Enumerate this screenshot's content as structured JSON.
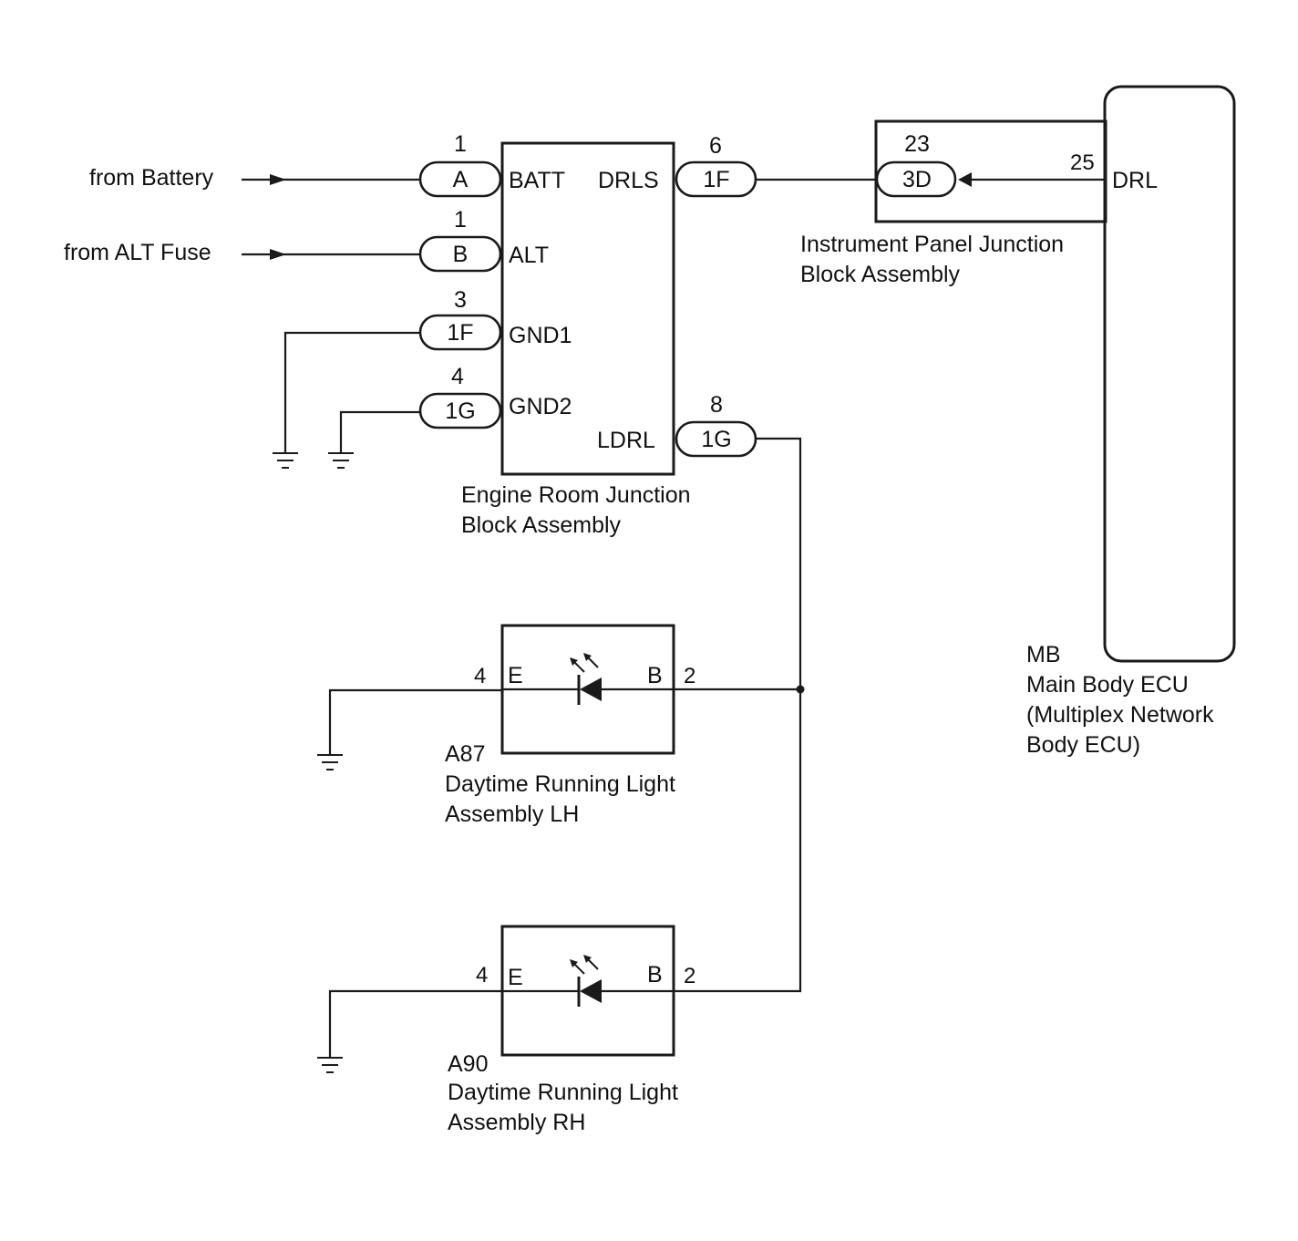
{
  "inputs": {
    "battery": "from Battery",
    "alt_fuse": "from ALT Fuse"
  },
  "engine_room_jb": {
    "caption_line1": "Engine Room Junction",
    "caption_line2": "Block Assembly",
    "terminals": {
      "batt": "BATT",
      "alt": "ALT",
      "gnd1": "GND1",
      "gnd2": "GND2",
      "drls": "DRLS",
      "ldrl": "LDRL"
    },
    "connectors": {
      "batt": {
        "connector": "A",
        "pin": "1"
      },
      "alt": {
        "connector": "B",
        "pin": "1"
      },
      "gnd1": {
        "connector": "1F",
        "pin": "3"
      },
      "gnd2": {
        "connector": "1G",
        "pin": "4"
      },
      "drls": {
        "connector": "1F",
        "pin": "6"
      },
      "ldrl": {
        "connector": "1G",
        "pin": "8"
      }
    }
  },
  "instrument_panel_jb": {
    "caption_line1": "Instrument Panel Junction",
    "caption_line2": "Block Assembly",
    "connector": "3D",
    "pin": "23"
  },
  "main_body_ecu": {
    "code": "MB",
    "line1": "Main Body ECU",
    "line2": "(Multiplex Network",
    "line3": "Body ECU)",
    "terminal": "DRL",
    "pin": "25"
  },
  "drl_lh": {
    "code": "A87",
    "line1": "Daytime Running Light",
    "line2": "Assembly LH",
    "term_e": "E",
    "term_b": "B",
    "pin_e": "4",
    "pin_b": "2"
  },
  "drl_rh": {
    "code": "A90",
    "line1": "Daytime Running Light",
    "line2": "Assembly RH",
    "term_e": "E",
    "term_b": "B",
    "pin_e": "4",
    "pin_b": "2"
  }
}
